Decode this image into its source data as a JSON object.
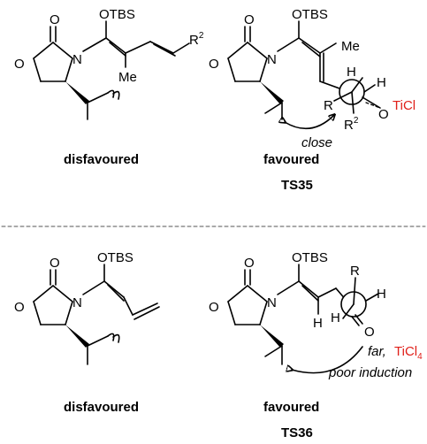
{
  "atoms": {
    "O": "O",
    "N": "N",
    "H": "H",
    "R": "R",
    "OTBS": "OTBS",
    "Me": "Me",
    "R2": "R",
    "R2_sup": "2",
    "TiCl": "TiCl",
    "TiCl4": "TiCl",
    "TiCl4_sub": "4"
  },
  "labels": {
    "close": "close",
    "far": "far,",
    "poor_induction": "poor induction"
  },
  "captions": {
    "top_left": "disfavoured",
    "top_right": "favoured",
    "top_ts": "TS35",
    "bottom_left": "disfavoured",
    "bottom_right": "favoured",
    "bottom_ts": "TS36"
  },
  "colors": {
    "ti_label": "#e0201a"
  }
}
